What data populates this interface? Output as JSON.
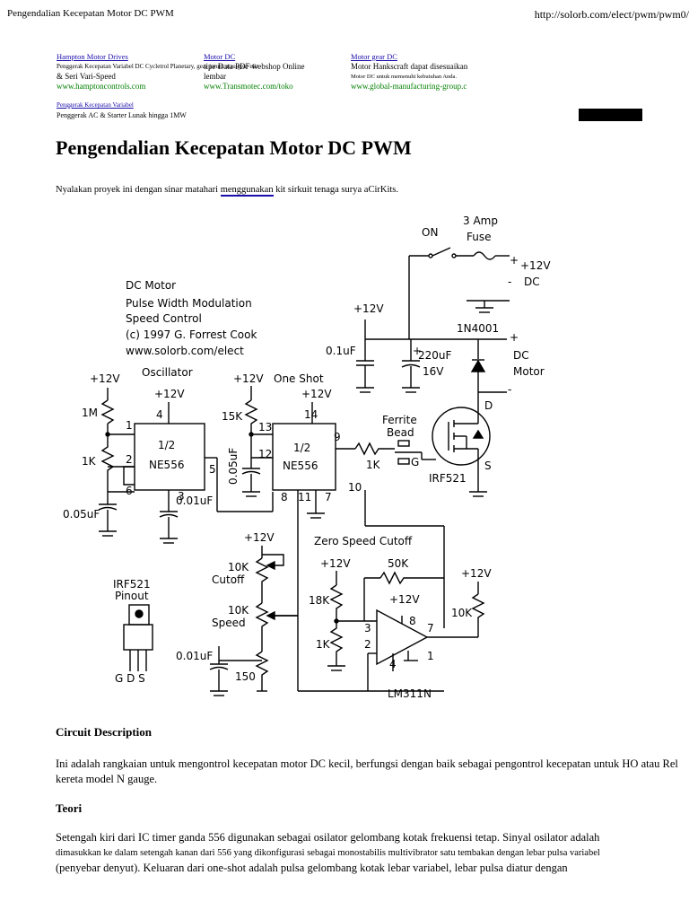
{
  "page_header": {
    "title": "Pengendalian Kecepatan Motor DC PWM",
    "url": "http://solorb.com/elect/pwm/pwm0/"
  },
  "ads": [
    {
      "title": "Hampton Motor Drives",
      "line1": "Penggerak Kecepatan Variabel DC Cycletrol Planetary, gear jarum atau gear ulir",
      "line2": "& Seri Vari-Speed",
      "url": "www.hamptoncontrols.com"
    },
    {
      "title": "Motor DC",
      "line1": "tipe Data PDF webshop Online",
      "line2": "lembar",
      "url": "www.Transmotec.com/toko"
    },
    {
      "title": "Motor gear DC",
      "line1": "Motor Hankscraft dapat disesuaikan",
      "line2": "Motor DC untuk memenuhi kebutuhan Anda.",
      "url": "www.global-manufacturing-group.c"
    },
    {
      "title": "Penggerak Kecepatan Variabel",
      "line1": "Penggerak AC & Starter Lunak hingga 1MW"
    }
  ],
  "article": {
    "heading": "Pengendalian Kecepatan Motor DC PWM",
    "intro_before": "Nyalakan proyek ini dengan sinar matahari ",
    "intro_link": "menggunakan",
    "intro_after": " kit sirkuit tenaga surya aCirKits.",
    "section1_title": "Circuit Description",
    "section1_text": "Ini adalah rangkaian untuk mengontrol kecepatan motor DC kecil, berfungsi dengan baik sebagai pengontrol kecepatan untuk HO atau Rel kereta model N gauge.",
    "section2_title": "Teori",
    "section2_line1": "Setengah kiri dari IC timer ganda 556 digunakan sebagai osilator gelombang kotak frekuensi tetap. Sinyal osilator adalah",
    "section2_line2": "dimasukkan ke dalam setengah kanan dari 556 yang dikonfigurasi sebagai monostabilis multivibrator satu tembakan dengan lebar pulsa variabel",
    "section2_line3": "(penyebar denyut). Keluaran dari one-shot adalah pulsa gelombang kotak lebar variabel, lebar pulsa diatur dengan"
  },
  "schematic": {
    "title_lines": [
      "DC Motor",
      "Pulse Width Modulation",
      "Speed Control",
      "(c) 1997  G. Forrest Cook",
      "www.solorb.com/elect"
    ],
    "labels": {
      "on": "ON",
      "fuse_amp": "3 Amp",
      "fuse": "Fuse",
      "plus12_dc": "+12V",
      "dc": "DC",
      "minus": "-",
      "plus": "+",
      "v12a": "+12V",
      "v12b": "+12V",
      "v12c": "+12V",
      "v12d": "+12V",
      "v12e": "+12V",
      "v12f": "+12V",
      "v12g": "+12V",
      "v12h": "+12V",
      "v12i": "+12V",
      "diode": "1N4001",
      "c01": "0.1uF",
      "c220": "220uF",
      "v16": "16V",
      "dc_motor1": "DC",
      "dc_motor2": "Motor",
      "oscillator": "Oscillator",
      "oneshot": "One Shot",
      "r1m": "1M",
      "r1k_a": "1K",
      "r15k": "15K",
      "c005a": "0.05uF",
      "c005b": "0.05uF",
      "c001a": "0.01uF",
      "c001b": "0.01uF",
      "ic_half": "1/2",
      "ic_half2": "1/2",
      "ne556a": "NE556",
      "ne556b": "NE556",
      "pin1": "1",
      "pin2": "2",
      "pin3": "3",
      "pin4": "4",
      "pin5": "5",
      "pin6": "6",
      "pin7": "7",
      "pin8": "8",
      "pin9": "9",
      "pin10": "10",
      "pin11": "11",
      "pin12": "12",
      "pin13": "13",
      "pin14": "14",
      "ferrite1": "Ferrite",
      "ferrite2": "Bead",
      "r1k_b": "1K",
      "gate": "G",
      "drain": "D",
      "source": "S",
      "mosfet": "IRF521",
      "zero_speed": "Zero Speed Cutoff",
      "r10k_cutoff": "10K",
      "cutoff": "Cutoff",
      "r10k_speed": "10K",
      "speed": "Speed",
      "r150": "150",
      "r50k": "50K",
      "r18k": "18K",
      "r1k_c": "1K",
      "r10k_out": "10K",
      "lm": "LM311N",
      "op_pin2": "2",
      "op_pin3": "3",
      "op_pin4": "4",
      "op_pin7": "7",
      "op_pin8": "8",
      "op_pin1": "1",
      "pinout1": "IRF521",
      "pinout2": "Pinout",
      "gds": "G D S"
    }
  }
}
